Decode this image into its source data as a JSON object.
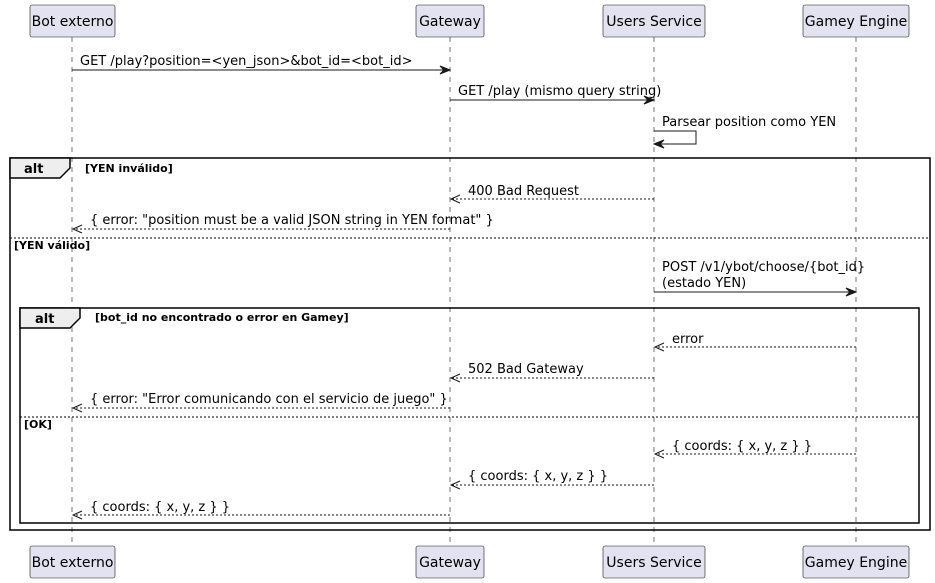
{
  "participants": [
    "Bot externo",
    "Gateway",
    "Users Service",
    "Gamey Engine"
  ],
  "messages": {
    "m1": "GET /play?position=<yen_json>&bot_id=<bot_id>",
    "m2": "GET /play (mismo query string)",
    "m3": "Parsear position como YEN",
    "m4": "400 Bad Request",
    "m5": "{ error: \"position must be a valid JSON string in YEN format\" }",
    "m6_line1": "POST /v1/ybot/choose/{bot_id}",
    "m6_line2": "(estado YEN)",
    "m7": "error",
    "m8": "502 Bad Gateway",
    "m9": "{ error: \"Error comunicando con el servicio de juego\" }",
    "m10": "{ coords: { x, y, z } }",
    "m11": "{ coords: { x, y, z } }",
    "m12": "{ coords: { x, y, z } }"
  },
  "fragments": {
    "outer": {
      "operator": "alt",
      "guard1": "[YEN inválido]",
      "guard2": "[YEN válido]"
    },
    "inner": {
      "operator": "alt",
      "guard1": "[bot_id no encontrado o error en Gamey]",
      "guard2": "[OK]"
    }
  }
}
